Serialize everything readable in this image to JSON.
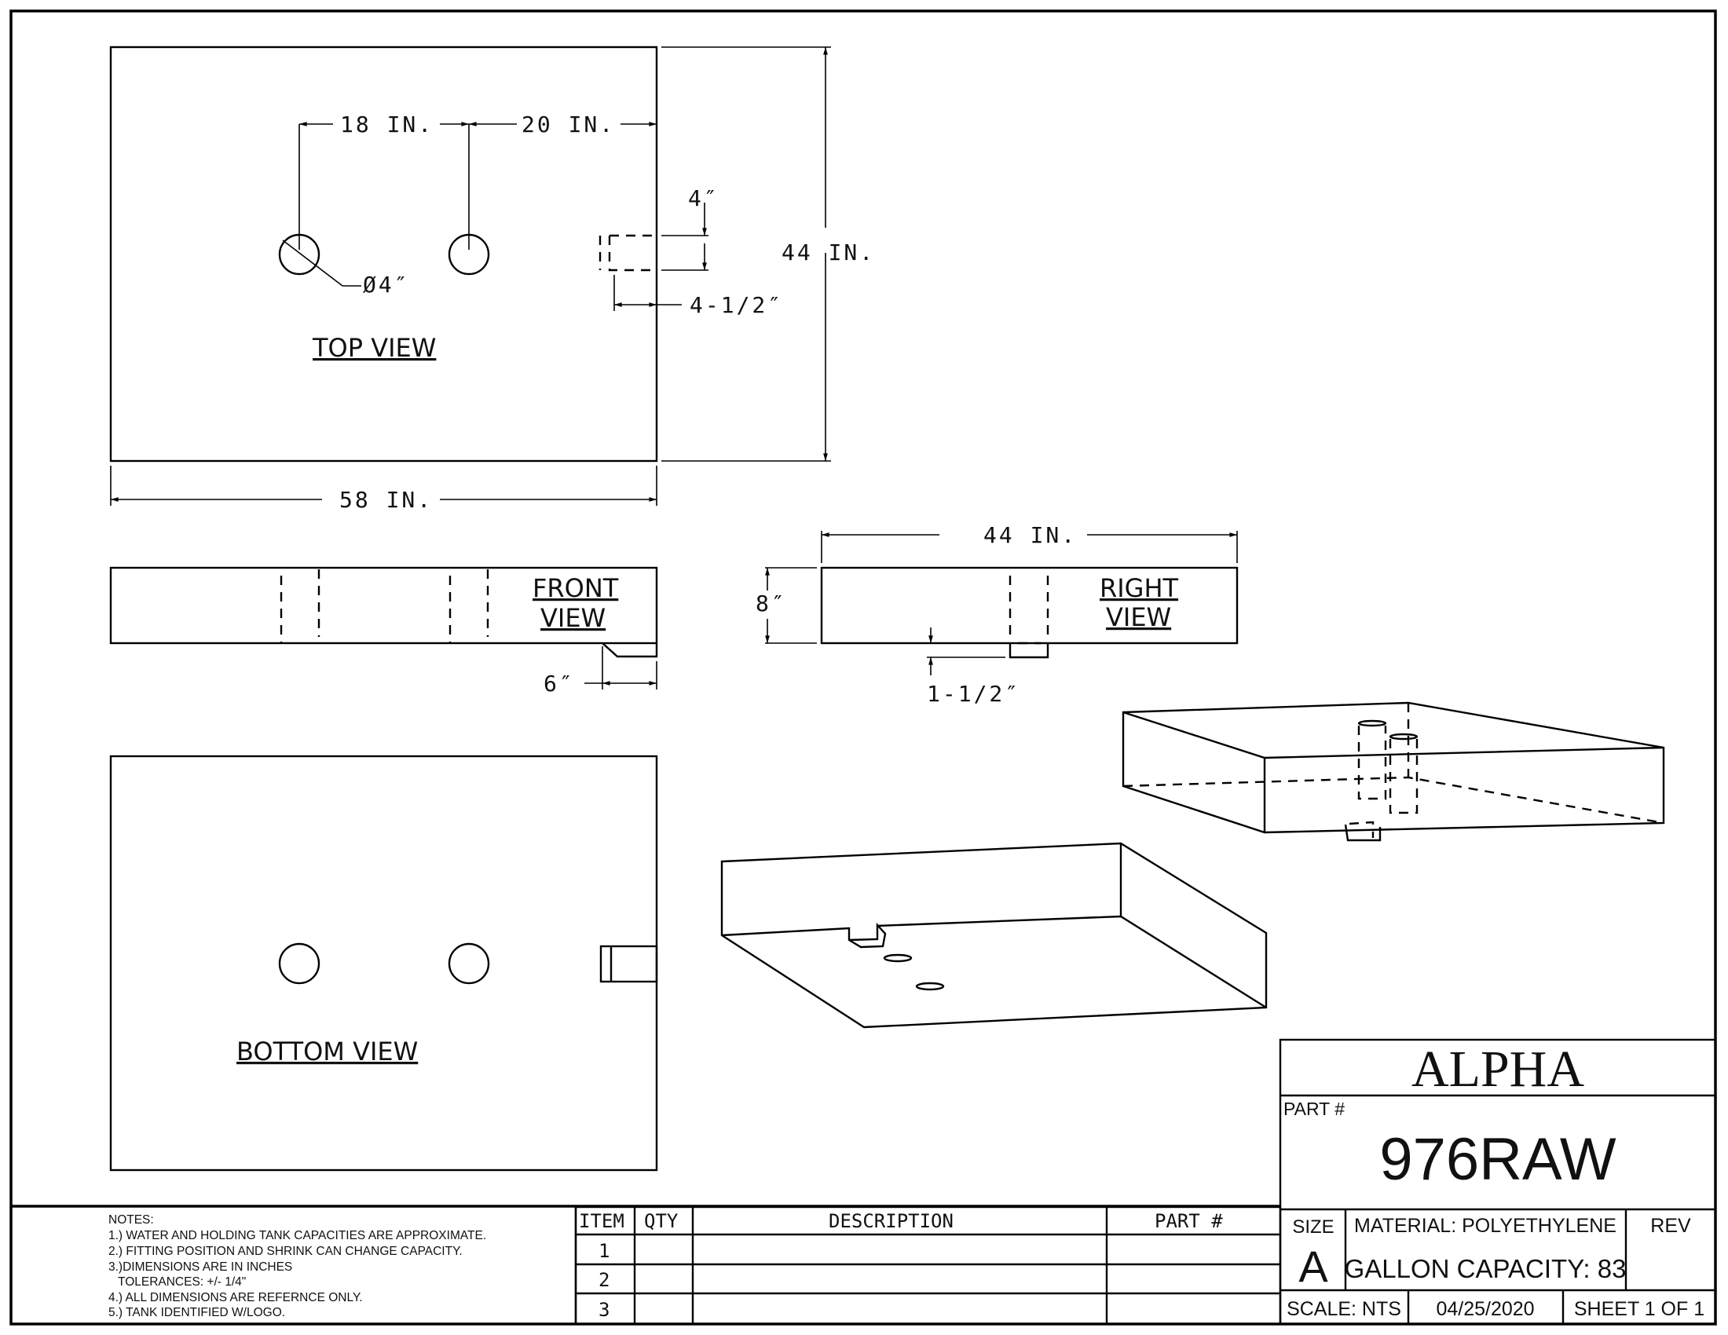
{
  "drawing": {
    "views": {
      "top": {
        "label": "TOP VIEW",
        "dim_width": "58 IN.",
        "dim_height": "44 IN.",
        "dim_hole1": "18 IN.",
        "dim_hole2": "20 IN.",
        "dim_hole_dia": "Ø4″",
        "dim_fitting_w": "4″",
        "dim_fitting_d": "4-1/2″"
      },
      "front": {
        "label_line1": "FRONT",
        "label_line2": "VIEW",
        "dim_tab": "6″"
      },
      "right": {
        "label_line1": "RIGHT",
        "label_line2": "VIEW",
        "dim_width": "44 IN.",
        "dim_height": "8″",
        "dim_fitting_drop": "1-1/2″"
      },
      "bottom": {
        "label": "BOTTOM VIEW"
      }
    },
    "notes": {
      "title": "NOTES:",
      "items": [
        "1.) WATER AND HOLDING TANK CAPACITIES ARE APPROXIMATE.",
        "2.) FITTING POSITION AND SHRINK CAN CHANGE CAPACITY.",
        "3.)DIMENSIONS ARE IN INCHES",
        "   TOLERANCES: +/- 1/4\"",
        "4.) ALL DIMENSIONS ARE REFERNCE ONLY.",
        "5.) TANK IDENTIFIED W/LOGO."
      ]
    },
    "parts_table": {
      "headers": [
        "ITEM",
        "QTY",
        "DESCRIPTION",
        "PART #"
      ],
      "rows": [
        {
          "item": "1",
          "qty": "",
          "description": "",
          "part": ""
        },
        {
          "item": "2",
          "qty": "",
          "description": "",
          "part": ""
        },
        {
          "item": "3",
          "qty": "",
          "description": "",
          "part": ""
        }
      ]
    },
    "title_block": {
      "company": "ALPHA",
      "part_label": "PART #",
      "part_number": "976RAW",
      "size_label": "SIZE",
      "size_value": "A",
      "material": "MATERIAL:  POLYETHYLENE",
      "capacity": "GALLON CAPACITY: 83",
      "rev_label": "REV",
      "rev_value": "",
      "scale": "SCALE:  NTS",
      "date": "04/25/2020",
      "sheet": "SHEET 1 OF 1"
    }
  }
}
